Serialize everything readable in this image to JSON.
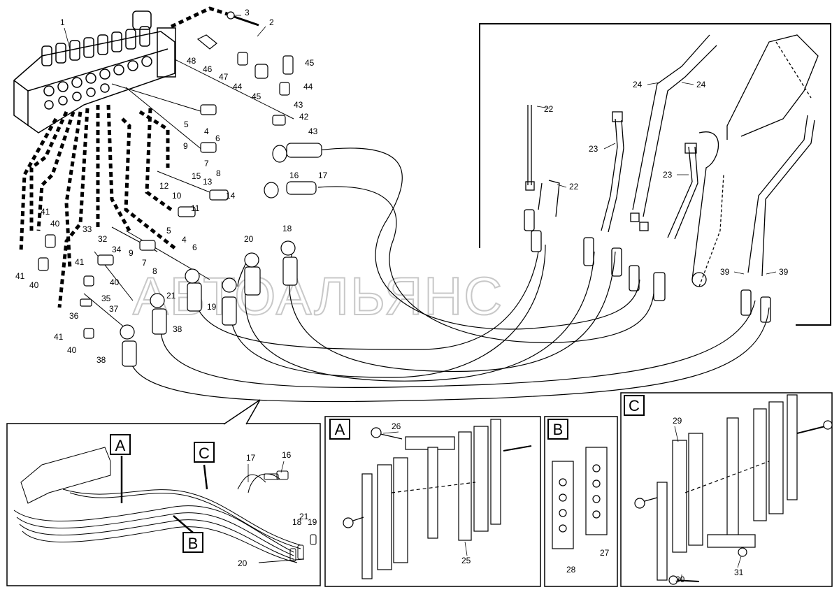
{
  "watermark": "АВТОАЛЬЯНС",
  "detail_boxes": [
    "A",
    "B",
    "C"
  ],
  "overview_labels": [
    "A",
    "B",
    "C"
  ],
  "callouts_main": [
    "1",
    "2",
    "3",
    "4",
    "5",
    "6",
    "7",
    "8",
    "9",
    "10",
    "11",
    "12",
    "13",
    "14",
    "15",
    "16",
    "17",
    "18",
    "19",
    "20",
    "21",
    "38",
    "33",
    "32",
    "34",
    "5",
    "9",
    "7",
    "8",
    "4",
    "6",
    "41",
    "40",
    "41",
    "40",
    "41",
    "40",
    "36",
    "35",
    "37",
    "41",
    "40",
    "38",
    "48",
    "46",
    "47",
    "44",
    "45",
    "45",
    "44",
    "43",
    "42",
    "43"
  ],
  "callouts_right": [
    "22",
    "22",
    "23",
    "23",
    "24",
    "24",
    "39",
    "39"
  ],
  "callouts_overview": [
    "17",
    "16",
    "21",
    "18",
    "19",
    "20"
  ],
  "callouts_detail_a": [
    "26",
    "25"
  ],
  "callouts_detail_b": [
    "28",
    "27"
  ],
  "callouts_detail_c": [
    "29",
    "30",
    "31"
  ]
}
